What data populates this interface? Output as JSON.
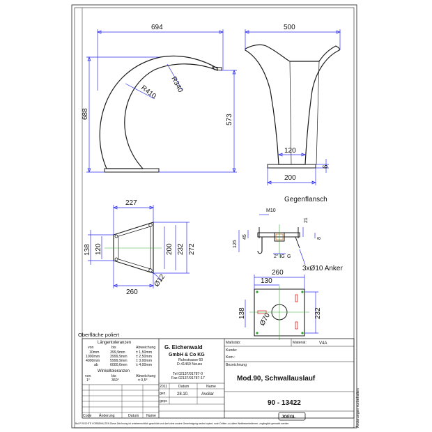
{
  "drawing": {
    "surface_note": "Oberfläche poliert",
    "front_view": {
      "width": "694",
      "height_total": "688",
      "height_spout": "573",
      "r_outer": "R410",
      "r_inner": "R340"
    },
    "side_view": {
      "top_width": "500",
      "neck_width": "120",
      "base_width": "200",
      "flange_thk": "6"
    },
    "flange_view": {
      "len": "227",
      "h_outer": "138",
      "h_inner": "120",
      "w200": "200",
      "w232": "232",
      "w272": "272",
      "base": "260",
      "hole": "Ø12"
    },
    "counter_flange": {
      "title": "Gegenflansch",
      "m10": "M10",
      "d21": "21",
      "d8": "8",
      "h125": "125",
      "h45": "45",
      "g_small": "G",
      "g_pipe": "2\" IG",
      "anchor_note": "3xØ10 Anker",
      "w260": "260",
      "w130": "130",
      "h138": "138",
      "h232": "232",
      "d70": "Ø70"
    }
  },
  "title_block": {
    "tol_title": "Längentoleranzen",
    "tol_headers": [
      "von",
      "bis",
      "Abweichung"
    ],
    "tol_rows": [
      [
        "10mm",
        "399,9mm",
        "± 1,50mm"
      ],
      [
        "1000mm",
        "3999,9mm",
        "± 2,50mm"
      ],
      [
        "4000mm",
        "5999,9mm",
        "± 3,00mm"
      ],
      [
        "ab",
        "6000,0mm",
        "± 4,00mm"
      ]
    ],
    "angle_title": "Winkeltoleranzen",
    "angle_headers": [
      "von",
      "bis",
      "Abweichung"
    ],
    "angle_row": [
      "1°",
      "360°",
      "± 0,5°"
    ],
    "company": "G. Eichenwald",
    "company2": "GmbH & Co KG",
    "street": "Ruhrstrasse 60",
    "city": "D-41469 Neuss",
    "tel": "Tel 02137/91787-0",
    "fax": "Fax 02137/91787-17",
    "massstab_label": "Maßstab:",
    "material_label": "Material:",
    "material": "V4A",
    "kunde_label": "Kunde:",
    "kom_label": "Kom.:",
    "bez_label": "Bezeichnung",
    "title": "Mod.90, Schwallauslauf",
    "number": "90 - 13422",
    "year": "2011",
    "datum_label": "Datum",
    "name_label": "Name",
    "gez_label": "gez.",
    "gez_date": "28.10.",
    "gez_name": "Avcilar",
    "gepr_label": "gepr.",
    "rev_headers": [
      "Code",
      "Änderung",
      "Datum",
      "Name"
    ],
    "logo": "JOEGL",
    "side_note": "Änderungen vorbehalten",
    "footer": "BuLP  RECHTE  VORBEHALTEN  Diese Zeichnung ist urheberrechtlich geschützt und darf ohne unsere Genehmigung weder kopiert, noch Dritten -so allem Wettbewerbsfirmen- zugänglich gemacht werden"
  }
}
